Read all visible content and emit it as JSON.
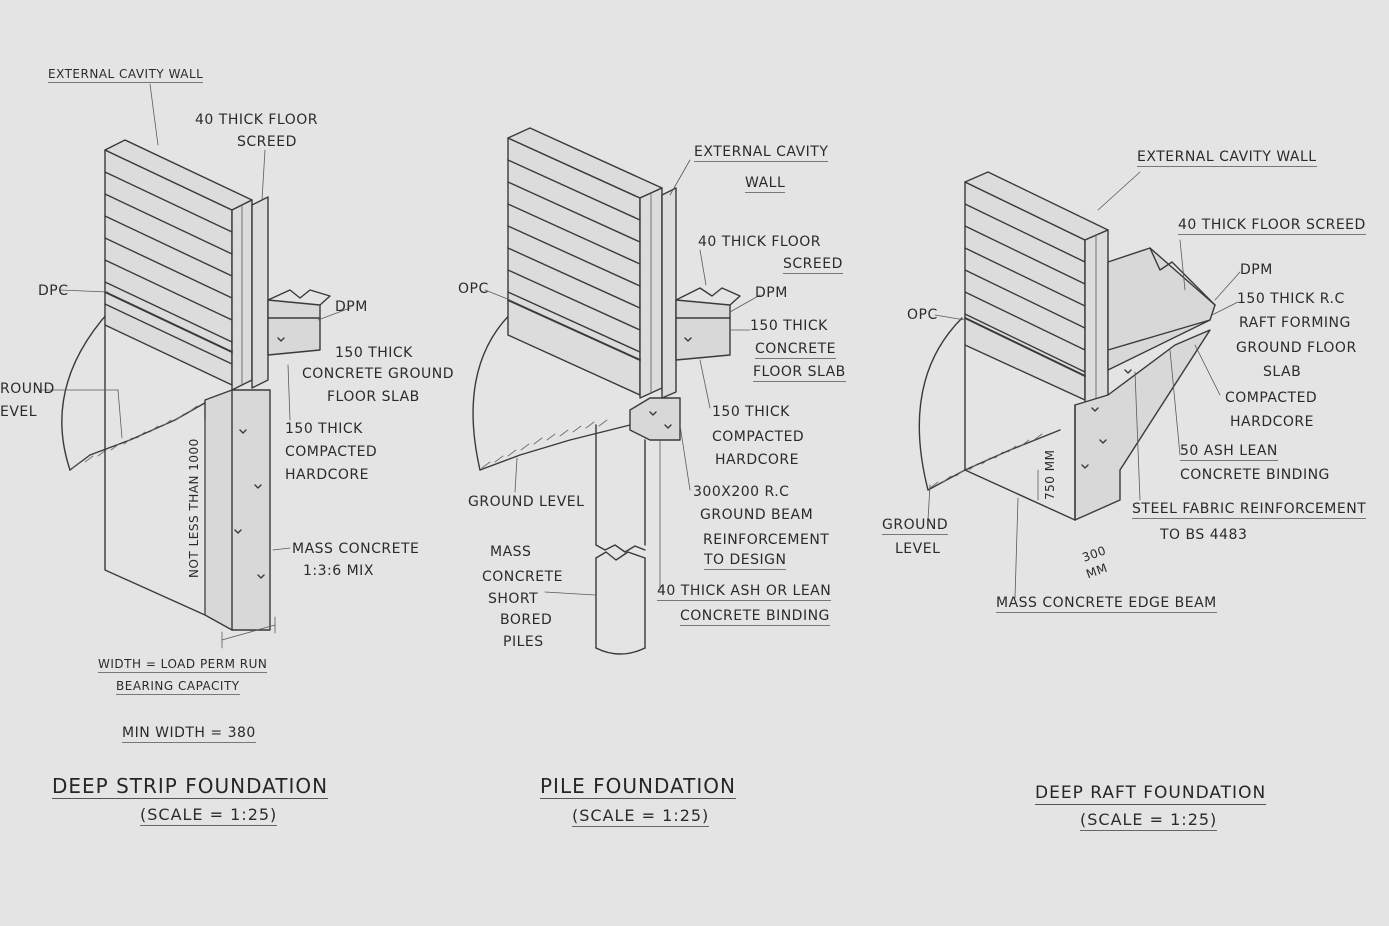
{
  "strip": {
    "external_cavity_wall": "EXTERNAL CAVITY WALL",
    "floor_screed_1": "40 THICK FLOOR",
    "floor_screed_2": "SCREED",
    "dpc": "DPC",
    "dpm": "DPM",
    "slab_1": "150 THICK",
    "slab_2": "CONCRETE GROUND",
    "slab_3": "FLOOR SLAB",
    "ground_1": "ROUND",
    "ground_2": "EVEL",
    "hardcore_1": "150 THICK",
    "hardcore_2": "COMPACTED",
    "hardcore_3": "HARDCORE",
    "depth": "NOT LESS THAN 1000",
    "concrete_1": "MASS CONCRETE",
    "concrete_2": "1:3:6 MIX",
    "width_1": "WIDTH = LOAD PERM RUN",
    "width_2": "BEARING CAPACITY",
    "min_width": "MIN WIDTH = 380",
    "title": "DEEP STRIP FOUNDATION",
    "scale": "(SCALE = 1:25)"
  },
  "pile": {
    "external_cavity_wall_1": "EXTERNAL CAVITY",
    "external_cavity_wall_2": "WALL",
    "floor_screed_1": "40 THICK FLOOR",
    "floor_screed_2": "SCREED",
    "opc": "OPC",
    "dpm": "DPM",
    "slab_1": "150 THICK",
    "slab_2": "CONCRETE",
    "slab_3": "FLOOR SLAB",
    "hardcore_1": "150 THICK",
    "hardcore_2": "COMPACTED",
    "hardcore_3": "HARDCORE",
    "ground_level": "GROUND LEVEL",
    "beam_1": "300X200 R.C",
    "beam_2": "GROUND BEAM",
    "beam_3": "REINFORCEMENT",
    "beam_4": "TO DESIGN",
    "piles_1": "MASS",
    "piles_2": "CONCRETE",
    "piles_3": "SHORT",
    "piles_4": "BORED",
    "piles_5": "PILES",
    "binding_1": "40 THICK ASH OR LEAN",
    "binding_2": "CONCRETE BINDING",
    "title": "PILE FOUNDATION",
    "scale": "(SCALE = 1:25)"
  },
  "raft": {
    "external_cavity_wall": "EXTERNAL CAVITY WALL",
    "floor_screed": "40 THICK FLOOR SCREED",
    "opc": "OPC",
    "dpm": "DPM",
    "raft_1": "150 THICK R.C",
    "raft_2": "RAFT FORMING",
    "raft_3": "GROUND FLOOR",
    "raft_4": "SLAB",
    "hardcore_1": "COMPACTED",
    "hardcore_2": "HARDCORE",
    "binding_1": "50 ASH LEAN",
    "binding_2": "CONCRETE BINDING",
    "steel_1": "STEEL FABRIC REINFORCEMENT",
    "steel_2": "TO BS 4483",
    "depth": "750 MM",
    "width_1": "300",
    "width_2": "MM",
    "ground_1": "GROUND",
    "ground_2": "LEVEL",
    "edge_beam": "MASS CONCRETE EDGE BEAM",
    "title": "DEEP RAFT FOUNDATION",
    "scale": "(SCALE = 1:25)"
  }
}
